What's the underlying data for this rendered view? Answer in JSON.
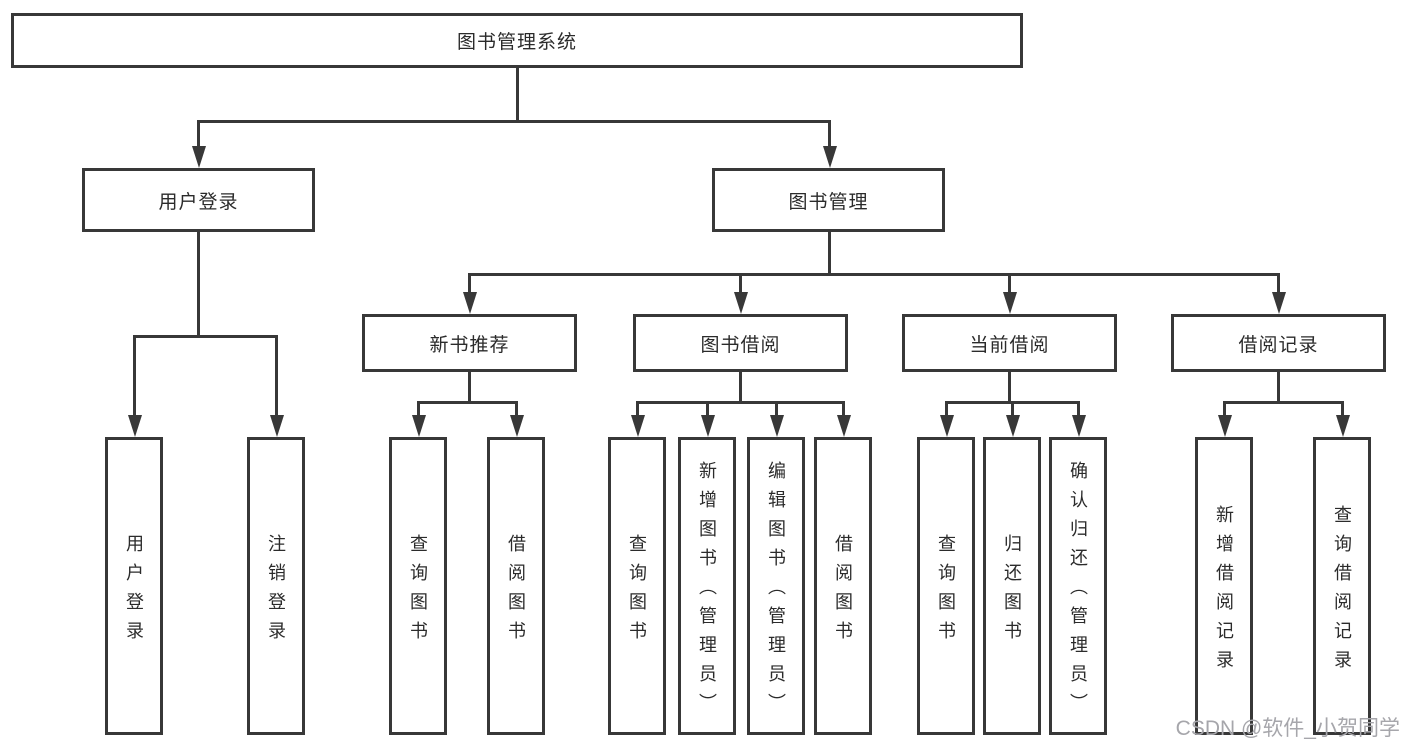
{
  "diagram": {
    "root": {
      "label": "图书管理系统"
    },
    "level2": [
      {
        "label": "用户登录",
        "children": [
          {
            "label": "用户登录"
          },
          {
            "label": "注销登录"
          }
        ]
      },
      {
        "label": "图书管理",
        "children": [
          {
            "label": "新书推荐",
            "children": [
              {
                "label": "查询图书"
              },
              {
                "label": "借阅图书"
              }
            ]
          },
          {
            "label": "图书借阅",
            "children": [
              {
                "label": "查询图书"
              },
              {
                "label": "新增图书（管理员）"
              },
              {
                "label": "编辑图书（管理员）"
              },
              {
                "label": "借阅图书"
              }
            ]
          },
          {
            "label": "当前借阅",
            "children": [
              {
                "label": "查询图书"
              },
              {
                "label": "归还图书"
              },
              {
                "label": "确认归还（管理员）"
              }
            ]
          },
          {
            "label": "借阅记录",
            "children": [
              {
                "label": "新增借阅记录"
              },
              {
                "label": "查询借阅记录"
              }
            ]
          }
        ]
      }
    ]
  },
  "watermark": {
    "text": "CSDN @软件_小贺同学"
  },
  "colors": {
    "line": "#383838",
    "text": "#2b2b2b",
    "watermark": "#a6a6ab",
    "background": "#ffffff"
  }
}
